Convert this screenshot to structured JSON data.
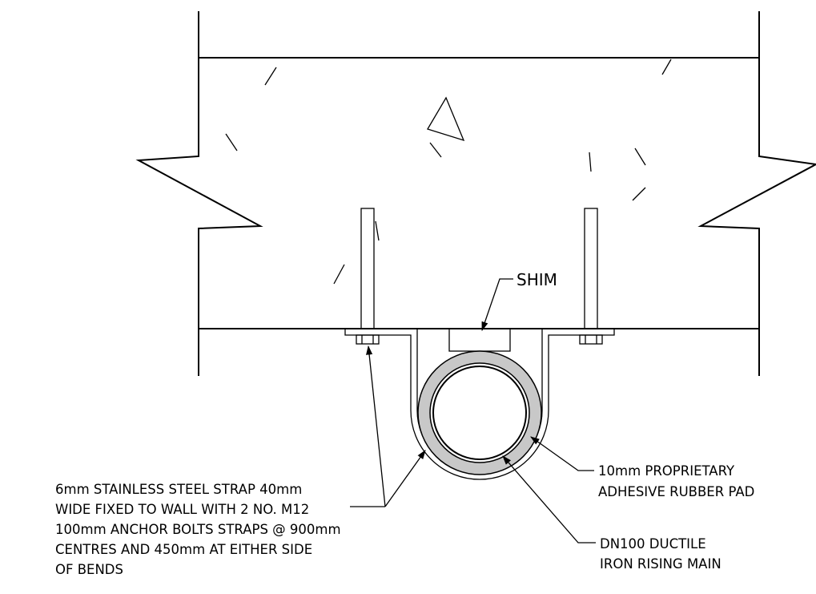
{
  "labels": {
    "shim": "SHIM",
    "rubber_pad": [
      "10mm PROPRIETARY",
      "ADHESIVE RUBBER PAD"
    ],
    "pipe": [
      "DN100 DUCTILE",
      "IRON RISING MAIN"
    ],
    "strap": [
      "6mm STAINLESS STEEL STRAP 40mm",
      "WIDE FIXED TO WALL WITH 2 NO. M12",
      "100mm ANCHOR BOLTS STRAPS @ 900mm",
      "CENTRES AND 450mm AT EITHER SIDE",
      "OF BENDS"
    ]
  },
  "colors": {
    "line": "#000000",
    "rubber_pad_fill": "#c8c8c8",
    "background": "#ffffff"
  }
}
